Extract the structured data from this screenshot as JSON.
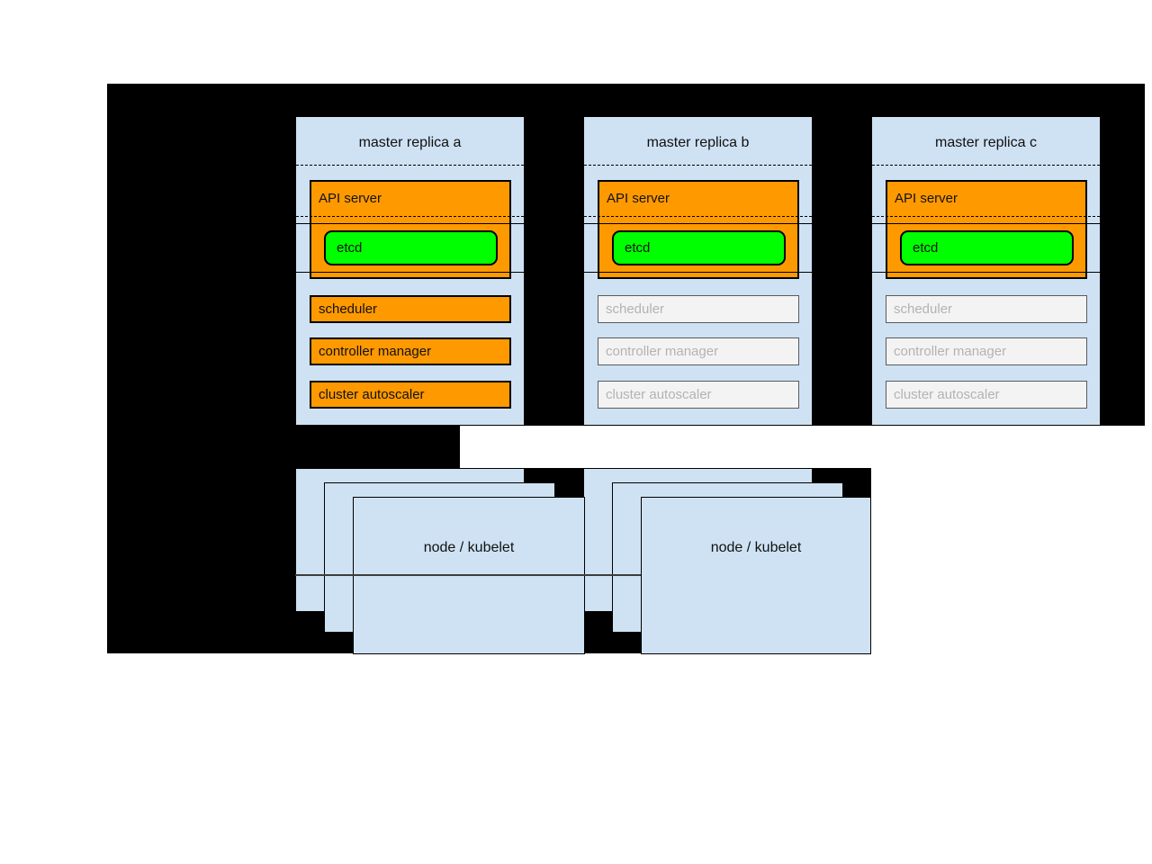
{
  "masters": [
    {
      "title": "master replica a",
      "api_server": "API server",
      "etcd": "etcd",
      "scheduler": "scheduler",
      "controller_manager": "controller manager",
      "cluster_autoscaler": "cluster autoscaler",
      "components_state": "active"
    },
    {
      "title": "master replica b",
      "api_server": "API server",
      "etcd": "etcd",
      "scheduler": "scheduler",
      "controller_manager": "controller manager",
      "cluster_autoscaler": "cluster autoscaler",
      "components_state": "inactive"
    },
    {
      "title": "master replica c",
      "api_server": "API server",
      "etcd": "etcd",
      "scheduler": "scheduler",
      "controller_manager": "controller manager",
      "cluster_autoscaler": "cluster autoscaler",
      "components_state": "inactive"
    }
  ],
  "nodes": [
    {
      "label": "node / kubelet"
    },
    {
      "label": "node / kubelet"
    }
  ],
  "colors": {
    "slide_background": "#000000",
    "panel_blue": "#cfe2f3",
    "active_orange": "#ff9900",
    "etcd_green": "#00ff00",
    "inactive_fill": "#f3f3f3",
    "inactive_text": "#b3b3b3",
    "inactive_border": "#5b5b5b",
    "node_divider": "#3d3d3d"
  }
}
